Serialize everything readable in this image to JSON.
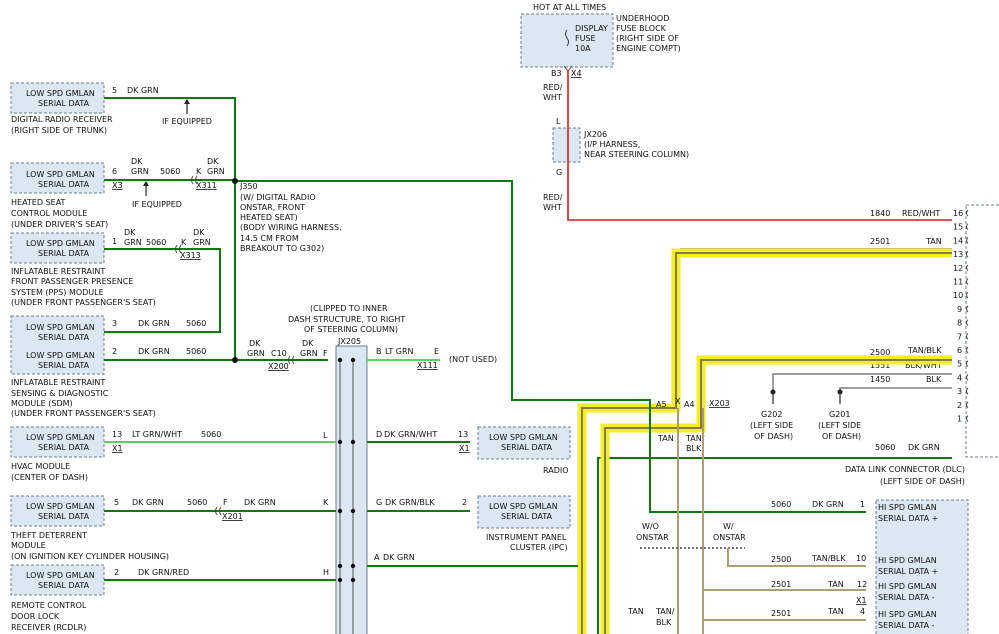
{
  "top_fuse": {
    "hot_label": "HOT AT ALL TIMES",
    "fuse_name": "DISPLAY",
    "fuse_word": "FUSE",
    "fuse_rating": "10A",
    "location_1": "UNDERHOOD",
    "location_2": "FUSE BLOCK",
    "location_3": "(RIGHT SIDE OF",
    "location_4": "ENGINE COMPT)",
    "pin": "B3",
    "connector": "X4"
  },
  "wire_red_top": {
    "color1": "RED/",
    "color2": "WHT"
  },
  "jx206": {
    "name": "JX206",
    "desc1": "(I/P HARNESS,",
    "desc2": "NEAR STEERING COLUMN)",
    "pin_l": "L",
    "pin_g": "G"
  },
  "wire_red_bottom": {
    "color1": "RED/",
    "color2": "WHT"
  },
  "common": {
    "module_label_1": "LOW SPD GMLAN",
    "module_label_2": "SERIAL DATA",
    "hs_label_1": "HI SPD GMLAN"
  },
  "radio_receiver": {
    "pin": "5",
    "wire": "DK GRN",
    "if_equipped": "IF EQUIPPED",
    "name1": "DIGITAL RADIO RECEIVER",
    "name2": "(RIGHT SIDE OF TRUNK)"
  },
  "heated_seat": {
    "pin": "6",
    "wire1": "DK",
    "wire2": "GRN",
    "circuit": "5060",
    "k": "K",
    "wire3": "DK",
    "wire4": "GRN",
    "conn_a": "X3",
    "conn_b": "X311",
    "if_equipped": "IF EQUIPPED",
    "name1": "HEATED SEAT",
    "name2": "CONTROL MODULE",
    "name3": "(UNDER DRIVER'S SEAT)"
  },
  "j350": {
    "name": "J350",
    "l1": "(W/ DIGITAL RADIO",
    "l2": "ONSTAR, FRONT",
    "l3": "HEATED SEAT)",
    "l4": "(BODY WIRING HARNESS,",
    "l5": "14.5 CM FROM",
    "l6": "BREAKOUT TO G302)"
  },
  "pps": {
    "pin": "1",
    "wire1": "DK",
    "wire2": "GRN",
    "circuit": "5060",
    "k": "K",
    "wire3": "DK",
    "wire4": "GRN",
    "conn": "X313",
    "name1": "INFLATABLE RESTRAINT",
    "name2": "FRONT PASSENGER PRESENCE",
    "name3": "SYSTEM (PPS) MODULE",
    "name4": "(UNDER FRONT PASSENGER'S SEAT)"
  },
  "sdm": {
    "pin3": "3",
    "wire3": "DK GRN",
    "circuit3": "5060",
    "pin2": "2",
    "wire2": "DK GRN",
    "circuit2": "5060",
    "name1": "INFLATABLE RESTRAINT",
    "name2": "SENSING & DIAGNOSTIC",
    "name3": "MODULE (SDM)",
    "name4": "(UNDER FRONT PASSENGER'S SEAT)"
  },
  "c10": {
    "w1": "DK",
    "w2": "GRN",
    "c10": "C10",
    "f": "F",
    "w3": "DK",
    "w4": "GRN",
    "conn": "X200"
  },
  "jx205": {
    "name": "JX205",
    "clip1": "(CLIPPED TO INNER",
    "clip2": "DASH STRUCTURE, TO RIGHT",
    "clip3": "OF STEERING COLUMN)"
  },
  "not_used": {
    "pin_b": "B",
    "wire": "LT GRN",
    "pin_e": "E",
    "label": "(NOT USED)",
    "conn": "X111"
  },
  "hvac": {
    "pin": "13",
    "wire": "LT GRN/WHT",
    "circuit": "5060",
    "pin_l": "L",
    "conn": "X1",
    "name1": "HVAC MODULE",
    "name2": "(CENTER OF DASH)"
  },
  "radio": {
    "pin_d": "D",
    "wire": "DK GRN/WHT",
    "pin": "13",
    "conn": "X1",
    "name": "RADIO"
  },
  "theft": {
    "pin": "5",
    "wire": "DK GRN",
    "circuit": "5060",
    "f": "F",
    "wire2": "DK GRN",
    "conn": "X201",
    "pin_k": "K",
    "name1": "THEFT DETERRENT",
    "name2": "MODULE",
    "name3": "(ON IGNITION KEY CYLINDER HOUSING)"
  },
  "ipc": {
    "pin_g": "G",
    "wire": "DK GRN/BLK",
    "pin": "2",
    "name1": "INSTRUMENT PANEL",
    "name2": "CLUSTER (IPC)"
  },
  "rcdlr": {
    "pin": "2",
    "wire": "DK GRN/RED",
    "pin_h": "H",
    "name1": "REMOTE CONTROL",
    "name2": "DOOR LOCK",
    "name3": "RECEIVER (RCDLR)"
  },
  "pin_a": {
    "pin": "A",
    "wire": "DK GRN"
  },
  "dlc": {
    "pins": [
      "16",
      "15",
      "14",
      "13",
      "12",
      "11",
      "10",
      "9",
      "8",
      "7",
      "6",
      "5",
      "4",
      "3",
      "2",
      "1"
    ],
    "c1840": "1840",
    "w16": "RED/WHT",
    "c2501": "2501",
    "w14": "TAN",
    "c2500": "2500",
    "w6": "TAN/BLK",
    "c1551": "1551",
    "w5": "BLK/WHT",
    "c1450": "1450",
    "w4": "BLK",
    "c5060": "5060",
    "w1": "DK GRN",
    "name1": "DATA LINK CONNECTOR (DLC)",
    "name2": "(LEFT SIDE OF DASH)"
  },
  "grounds": {
    "g202": "G202",
    "g202_l1": "(LEFT SIDE",
    "g202_l2": "OF DASH)",
    "g201": "G201",
    "g201_l1": "(LEFT SIDE",
    "g201_l2": "OF DASH)"
  },
  "x203": {
    "a5": "A5",
    "x": "X",
    "a4": "A4",
    "conn": "X203",
    "tan": "TAN",
    "tanblk1": "TAN/",
    "tanblk2": "BLK"
  },
  "onstar": {
    "wo1": "W/O",
    "wo2": "ONSTAR",
    "w1": "W/",
    "w2": "ONSTAR"
  },
  "hs_module": {
    "c5060": "5060",
    "w_dkgrn": "DK GRN",
    "p1": "1",
    "sd_plus": "SERIAL DATA +",
    "c2500": "2500",
    "w_tanblk": "TAN/BLK",
    "p10": "10",
    "c2501a": "2501",
    "w_tan_a": "TAN",
    "p12": "12",
    "conn": "X1",
    "c2501b": "2501",
    "w_tan_b": "TAN",
    "p4": "4",
    "sd_minus": "SERIAL DATA -"
  },
  "bottom": {
    "tan": "TAN",
    "tanblk1": "TAN/",
    "tanblk2": "BLK"
  }
}
